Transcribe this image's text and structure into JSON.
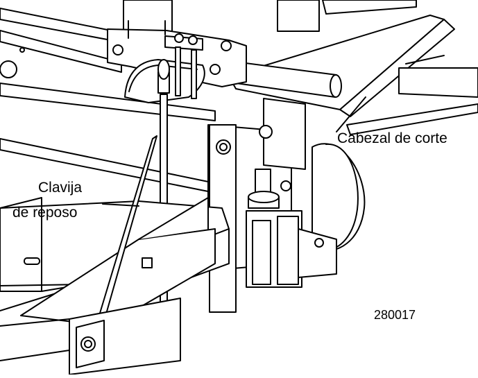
{
  "labels": {
    "cutting_head": "Cabezal de corte",
    "rest_pin_line1": "Clavija",
    "rest_pin_line2": "de reposo",
    "figure_number": "280017"
  }
}
